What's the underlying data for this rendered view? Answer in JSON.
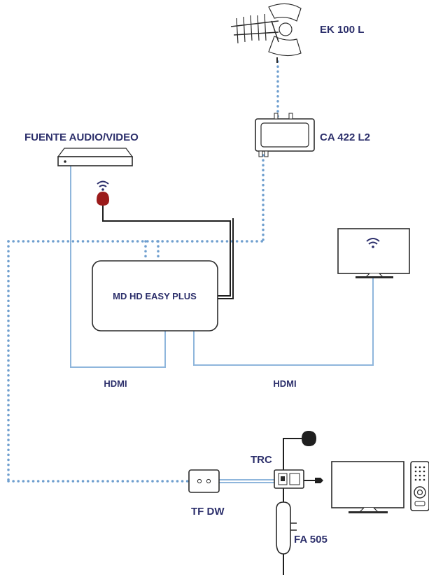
{
  "labels": {
    "antenna": "EK 100 L",
    "amplifier": "CA 422 L2",
    "source": "FUENTE AUDIO/VIDEO",
    "modulator": "MD HD EASY PLUS",
    "hdmi_left": "HDMI",
    "hdmi_right": "HDMI",
    "trc": "TRC",
    "outlet": "TF DW",
    "power_supply": "FA 505"
  },
  "colors": {
    "label_text": "#2c2f6b",
    "coax_cable": "#6f9fcf",
    "hdmi_cable": "#8fb6dc",
    "ir_emitter": "#9b1b1b"
  },
  "icons": [
    "antenna-icon",
    "amplifier-icon",
    "set-top-box-icon",
    "ir-emitter-icon",
    "wifi-icon",
    "tv-icon",
    "remote-control-icon",
    "ir-receiver-icon",
    "power-plug-icon"
  ]
}
